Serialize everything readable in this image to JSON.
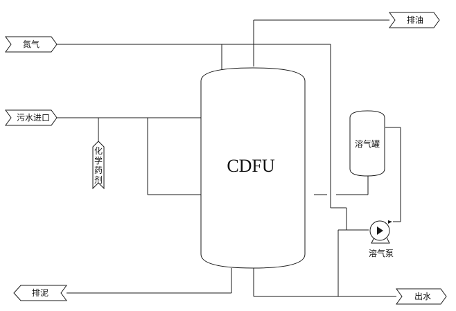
{
  "diagram": {
    "vessel_label": "CDFU",
    "inlets": {
      "nitrogen": "氮气",
      "wastewater": "污水进口"
    },
    "outlets": {
      "oil": "排油",
      "sludge": "排泥",
      "water": "出水"
    },
    "chemical_dosing": [
      "化",
      "学",
      "药",
      "剂"
    ],
    "dissolved_gas_tank": "溶气罐",
    "dissolved_gas_pump": "溶气泵"
  }
}
